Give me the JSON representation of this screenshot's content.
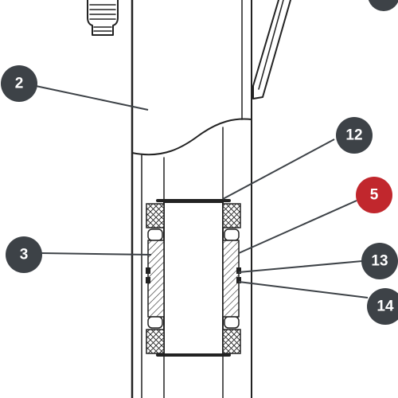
{
  "diagram": {
    "callouts": [
      {
        "id": "2",
        "label": "2",
        "highlight": false
      },
      {
        "id": "3",
        "label": "3",
        "highlight": false
      },
      {
        "id": "5",
        "label": "5",
        "highlight": true
      },
      {
        "id": "12",
        "label": "12",
        "highlight": false
      },
      {
        "id": "13",
        "label": "13",
        "highlight": false
      },
      {
        "id": "14",
        "label": "14",
        "highlight": false
      }
    ],
    "colors": {
      "callout": "#3d4247",
      "callout_highlight": "#c1272d",
      "line": "#222222"
    }
  }
}
